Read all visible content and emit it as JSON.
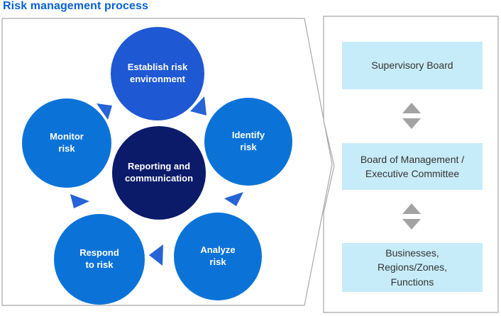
{
  "title": "Risk management process",
  "colors": {
    "title_text": "#0761d2",
    "circle_establish": "#1e58d2",
    "circle_side": "#0b73d7",
    "circle_center": "#0b1b69",
    "circle_text": "#ffffff",
    "flow_arrow": "#2563d6",
    "org_box_bg": "#c7ecf9",
    "org_text": "#333333",
    "updown_arrow": "#a2a2a2",
    "outline": "#a8a8a8"
  },
  "process_cycle": {
    "steps": [
      {
        "id": "establish",
        "lines": [
          "Establish risk",
          "environment"
        ]
      },
      {
        "id": "identify",
        "lines": [
          "Identify",
          "risk"
        ]
      },
      {
        "id": "analyze",
        "lines": [
          "Analyze",
          "risk"
        ]
      },
      {
        "id": "respond",
        "lines": [
          "Respond",
          "to risk"
        ]
      },
      {
        "id": "monitor",
        "lines": [
          "Monitor",
          "risk"
        ]
      }
    ],
    "hub": {
      "lines": [
        "Reporting and",
        "communication"
      ]
    }
  },
  "governance": {
    "levels": [
      {
        "id": "supervisory-board",
        "lines": [
          "Supervisory Board",
          "",
          ""
        ]
      },
      {
        "id": "board-of-management",
        "lines": [
          "Board of Management /",
          "Executive Committee",
          ""
        ]
      },
      {
        "id": "businesses-functions",
        "lines": [
          "Businesses,",
          "Regions/Zones,",
          "Functions"
        ]
      }
    ]
  }
}
